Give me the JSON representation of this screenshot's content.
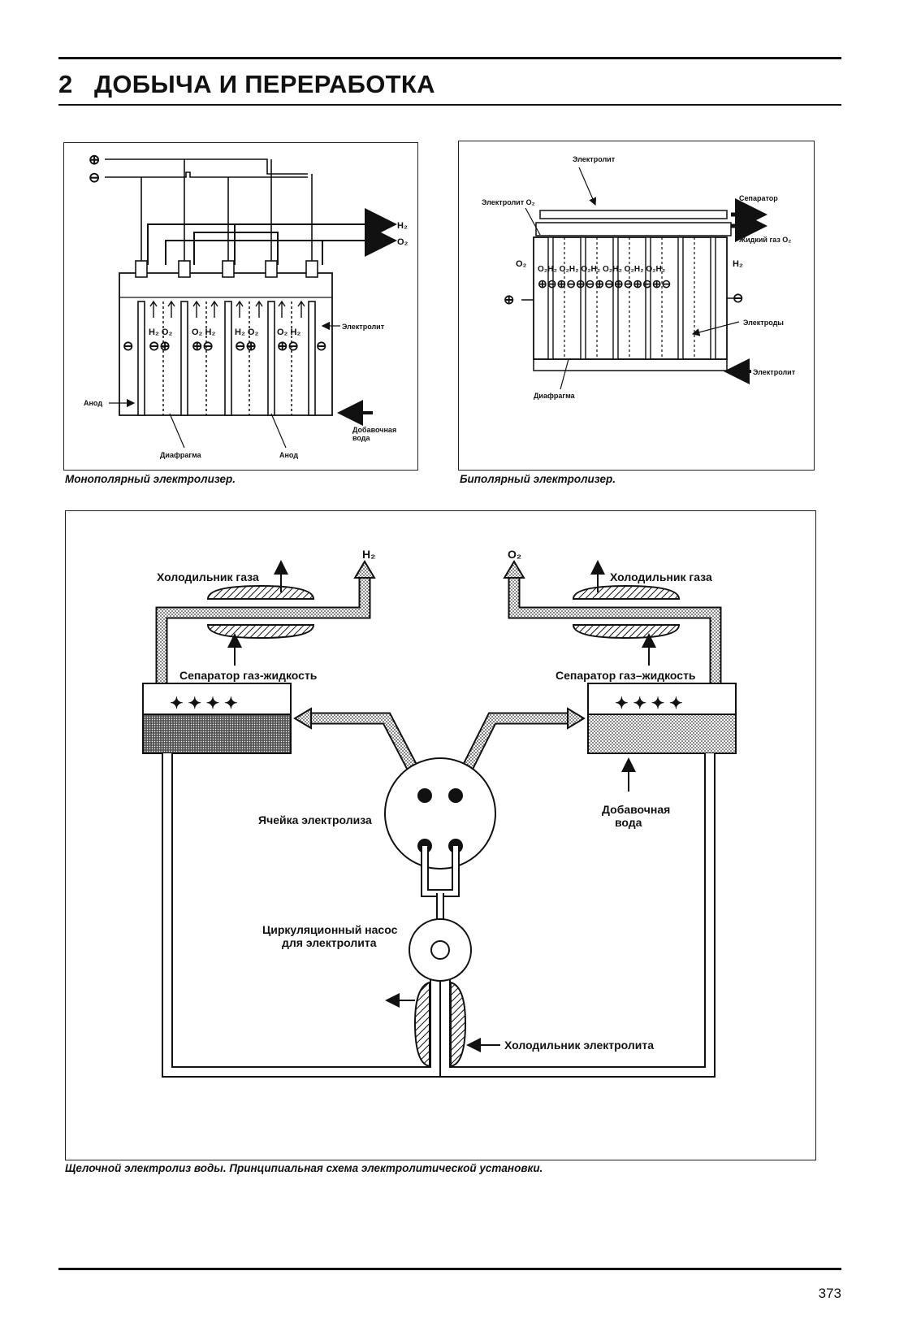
{
  "header": {
    "chapter_number": "2",
    "chapter_title": "ДОБЫЧА И ПЕРЕРАБОТКА"
  },
  "figure_monopolar": {
    "caption": "Монополярный электролизер.",
    "terminal_plus": "⊕",
    "terminal_minus": "⊖",
    "h2_label": "H₂",
    "o2_label": "O₂",
    "electrolyte_label": "Электролит",
    "anode_label_left": "Анод",
    "anode_label_bottom": "Анод",
    "diaphragm_label": "Диафрагма",
    "makeup_water_label_1": "Добавочная",
    "makeup_water_label_2": "вода"
  },
  "figure_bipolar": {
    "caption": "Биполярный электролизер.",
    "electrolyte_top_label": "Электролит",
    "electrolyte_o2_label": "Электролит O₂",
    "separator_label": "Сепаратор",
    "liquid_gas_label": "Жидкий газ O₂",
    "o2_label": "O₂",
    "h2_label": "H₂",
    "electrodes_label": "Электроды",
    "electrolyte_bottom_label": "Электролит",
    "diaphragm_label": "Диафрагма"
  },
  "figure_main": {
    "caption": "Щелочной электролиз воды. Принципиальная схема электролитической установки.",
    "h2_label": "H₂",
    "o2_label": "O₂",
    "gas_cooler_left": "Холодильник газа",
    "gas_cooler_right": "Холодильник газа",
    "separator_left": "Сепаратор газ-жидкость",
    "separator_right": "Сепаратор газ–жидкость",
    "cell_label": "Ячейка электролиза",
    "makeup_water_1": "Добавочная",
    "makeup_water_2": "вода",
    "pump_label_1": "Циркуляционный насос",
    "pump_label_2": "для электролита",
    "electrolyte_cooler": "Холодильник электролита"
  },
  "footer": {
    "page_number": "373"
  }
}
